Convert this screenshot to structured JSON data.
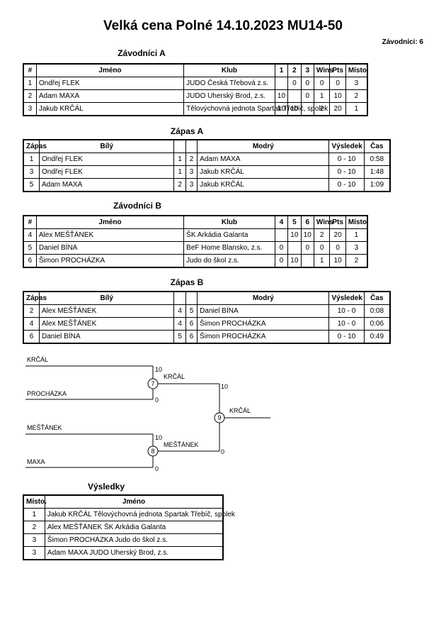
{
  "title": "Velká cena Polné 14.10.2023 MU14-50",
  "competitor_count": "Závodníci: 6",
  "pool_a": {
    "heading": "Závodníci A",
    "headers": [
      "#",
      "Jméno",
      "Klub",
      "1",
      "2",
      "3",
      "Wins",
      "Pts",
      "Místo."
    ],
    "rows": [
      [
        "1",
        "Ondřej FLEK",
        "JUDO Česká Třebová z.s.",
        "",
        "0",
        "0",
        "0",
        "0",
        "3"
      ],
      [
        "2",
        "Adam MAXA",
        "JUDO Uherský Brod, z.s.",
        "10",
        "",
        "0",
        "1",
        "10",
        "2"
      ],
      [
        "3",
        "Jakub KRČÁL",
        "Tělovýchovná jednota Spartak Třebíč, spolek",
        "10",
        "10",
        "",
        "2",
        "20",
        "1"
      ]
    ]
  },
  "matches_a": {
    "heading": "Zápas A",
    "headers": [
      "Zápas",
      "Bílý",
      "",
      "",
      "Modrý",
      "Výsledek",
      "Čas"
    ],
    "rows": [
      [
        "1",
        "Ondřej FLEK",
        "1",
        "2",
        "Adam MAXA",
        "0 - 10",
        "0:58"
      ],
      [
        "3",
        "Ondřej FLEK",
        "1",
        "3",
        "Jakub KRČÁL",
        "0 - 10",
        "1:48"
      ],
      [
        "5",
        "Adam MAXA",
        "2",
        "3",
        "Jakub KRČÁL",
        "0 - 10",
        "1:09"
      ]
    ]
  },
  "pool_b": {
    "heading": "Závodníci B",
    "headers": [
      "#",
      "Jméno",
      "Klub",
      "4",
      "5",
      "6",
      "Wins",
      "Pts",
      "Místo."
    ],
    "rows": [
      [
        "4",
        "Alex MEŠŤÁNEK",
        "ŠK Arkádia Galanta",
        "",
        "10",
        "10",
        "2",
        "20",
        "1"
      ],
      [
        "5",
        "Daniel BÍNA",
        "BeF Home Blansko, z.s.",
        "0",
        "",
        "0",
        "0",
        "0",
        "3"
      ],
      [
        "6",
        "Šimon PROCHÁZKA",
        "Judo do škol z.s.",
        "0",
        "10",
        "",
        "1",
        "10",
        "2"
      ]
    ]
  },
  "matches_b": {
    "heading": "Zápas B",
    "headers": [
      "Zápas",
      "Bílý",
      "",
      "",
      "Modrý",
      "Výsledek",
      "Čas"
    ],
    "rows": [
      [
        "2",
        "Alex MEŠŤÁNEK",
        "4",
        "5",
        "Daniel BÍNA",
        "10 - 0",
        "0:08"
      ],
      [
        "4",
        "Alex MEŠŤÁNEK",
        "4",
        "6",
        "Šimon PROCHÁZKA",
        "10 - 0",
        "0:06"
      ],
      [
        "6",
        "Daniel BÍNA",
        "5",
        "6",
        "Šimon PROCHÁZKA",
        "0 - 10",
        "0:49"
      ]
    ]
  },
  "bracket": {
    "semi1": {
      "top": "KRČÁL",
      "top_score": "10",
      "bottom": "PROCHÁZKA",
      "bottom_score": "0",
      "match": "7",
      "winner": "KRČÁL"
    },
    "semi2": {
      "top": "MEŠŤÁNEK",
      "top_score": "10",
      "bottom": "MAXA",
      "bottom_score": "0",
      "match": "8",
      "winner": "MEŠŤÁNEK"
    },
    "final": {
      "top_score": "10",
      "bottom_score": "0",
      "match": "9",
      "winner": "KRČÁL"
    }
  },
  "results": {
    "heading": "Výsledky",
    "headers": [
      "Místo.",
      "Jméno"
    ],
    "rows": [
      [
        "1",
        "Jakub KRČÁL Tělovýchovná jednota Spartak Třebíč, spolek"
      ],
      [
        "2",
        "Alex MEŠŤÁNEK ŠK Arkádia Galanta"
      ],
      [
        "3",
        "Šimon PROCHÁZKA Judo do škol z.s."
      ],
      [
        "3",
        "Adam MAXA JUDO Uherský Brod, z.s."
      ]
    ]
  }
}
